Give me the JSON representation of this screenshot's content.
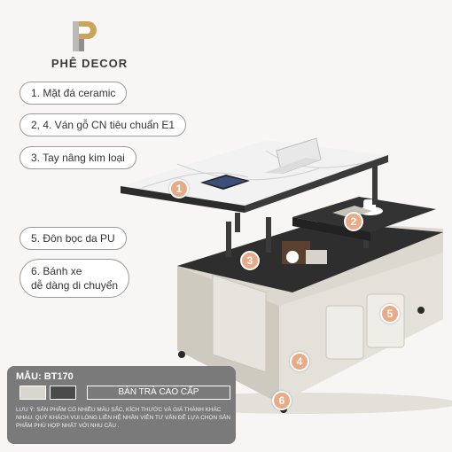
{
  "brand": {
    "name": "PHÊ DECOR"
  },
  "features": [
    "1. Mặt đá ceramic",
    "2, 4. Ván gỗ CN tiêu chuẩn E1",
    "3. Tay nâng kim loại",
    "5. Đôn bọc da PU",
    "6. Bánh xe",
    "dễ dàng di chuyển"
  ],
  "markers": [
    "1",
    "2",
    "3",
    "4",
    "5",
    "6"
  ],
  "info": {
    "model": "MẪU: BT170",
    "tagline": "BÀN TRÀ CAO CẤP",
    "note": "LƯU Ý: SẢN PHẨM CÓ NHIỀU MÀU SẮC, KÍCH THƯỚC VÀ GIÁ THÀNH KHÁC NHAU. QUÝ KHÁCH VUI LÒNG LIÊN HỆ NHÂN VIÊN TƯ VẤN ĐỂ LỰA CHỌN SẢN PHẨM PHÙ HỢP NHẤT VỚI NHU CẦU ."
  },
  "colors": {
    "accent": "#e9aa86",
    "panel": "#7a7a7a",
    "swatch_light": "#d9d6cf",
    "swatch_dark": "#4a4a4a"
  }
}
